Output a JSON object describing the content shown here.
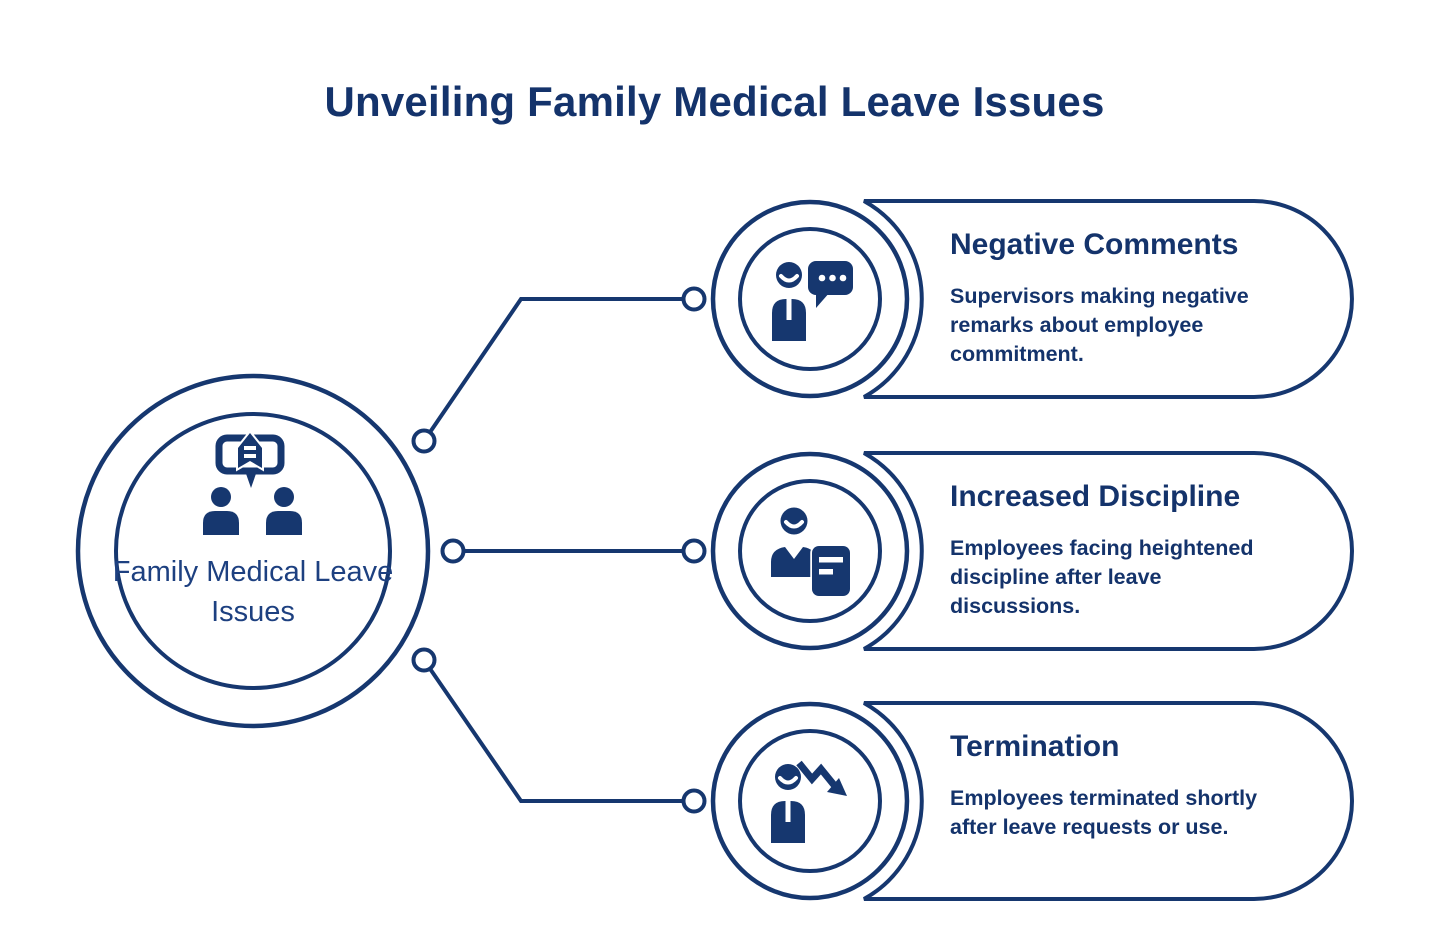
{
  "colors": {
    "navy": "#16376F",
    "text": "#14336B",
    "background": "#FFFFFF"
  },
  "header": {
    "title": "Unveiling Family Medical Leave Issues"
  },
  "center_node": {
    "label": "Family Medical Leave Issues",
    "icon": "conversation-people-icon"
  },
  "branches": [
    {
      "title": "Negative Comments",
      "description": "Supervisors making negative remarks about employee commitment.",
      "icon": "person-speech-bubble-icon"
    },
    {
      "title": "Increased Discipline",
      "description": "Employees facing heightened discipline after leave discussions.",
      "icon": "person-report-icon"
    },
    {
      "title": "Termination",
      "description": "Employees terminated shortly after leave requests or use.",
      "icon": "person-decline-arrow-icon"
    }
  ]
}
